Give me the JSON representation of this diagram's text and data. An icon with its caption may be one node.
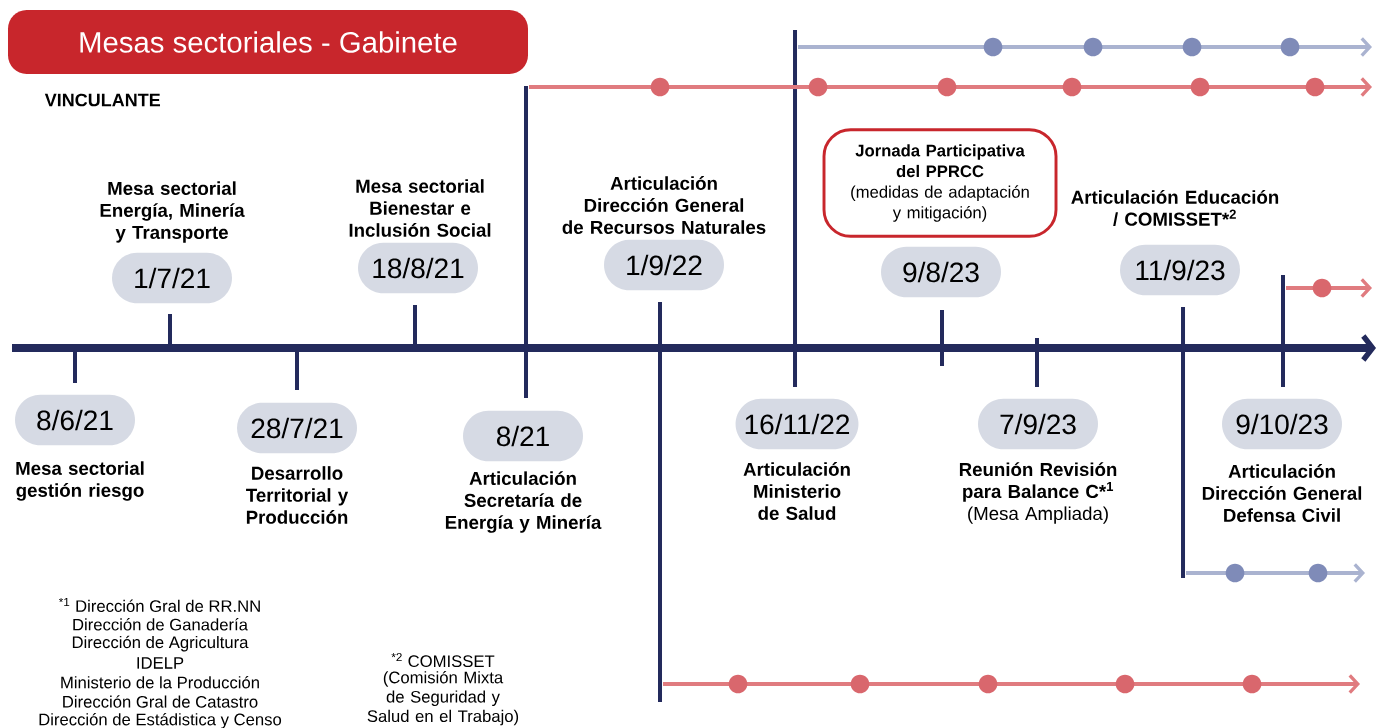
{
  "diagram": {
    "title": "Mesas sectoriales - Gabinete",
    "nodes": [
      {
        "text": [
          "8/6/21"
        ],
        "beside": [
          "Mesa sectorial gestión riesgo"
        ]
      },
      {
        "text": [
          "1/7/21"
        ],
        "beside": [
          "Mesa sectorial Energía, Minería y Transporte"
        ]
      },
      {
        "text": [
          "28/7/21"
        ],
        "beside": [
          "Desarrollo Territorial y Producción"
        ]
      },
      {
        "text": [
          "18/8/21"
        ],
        "beside": [
          "Mesa sectorial Bienestar e Inclusión Social"
        ]
      },
      {
        "text": [
          "8/21"
        ],
        "beside": [
          "Articulación Secretaría de Energía y Minería"
        ]
      },
      {
        "text": [
          "1/9/22"
        ],
        "beside": [
          "Articulación Dirección General de Recursos Naturales"
        ]
      },
      {
        "text": [
          "16/11/22"
        ],
        "beside": [
          "Articulación Ministerio de Salud"
        ]
      },
      {
        "text": [
          "Jornada Participativa del PPRCC",
          "(medidas de adaptación y mitigación)"
        ]
      },
      {
        "text": [
          "9/8/23"
        ]
      },
      {
        "text": [
          "7/9/23"
        ],
        "beside": [
          "Reunión Revisión para Balance C*$^{1}$",
          "(Mesa Ampliada)"
        ]
      },
      {
        "text": [
          "11/9/23"
        ],
        "beside": [
          "Articulación Educación / COMISSET*$^{2}$"
        ]
      },
      {
        "text": [
          "9/10/23"
        ],
        "beside": [
          "Articulación Dirección General Defensa Civil"
        ]
      }
    ],
    "labels": [
      "VINCULANTE",
      "$^{*1}$ Dirección Gral de RR.NN",
      "Dirección de Ganadería",
      "Dirección de Agricultura",
      "IDELP",
      "Ministerio de la Producción",
      "Dirección Gral de Catastro",
      "Dirección de Estádistica y Censo",
      "$^{*2}$ COMISSET",
      "(Comisión Mixta de Seguridad y Salud en el Trabajo)"
    ]
  }
}
